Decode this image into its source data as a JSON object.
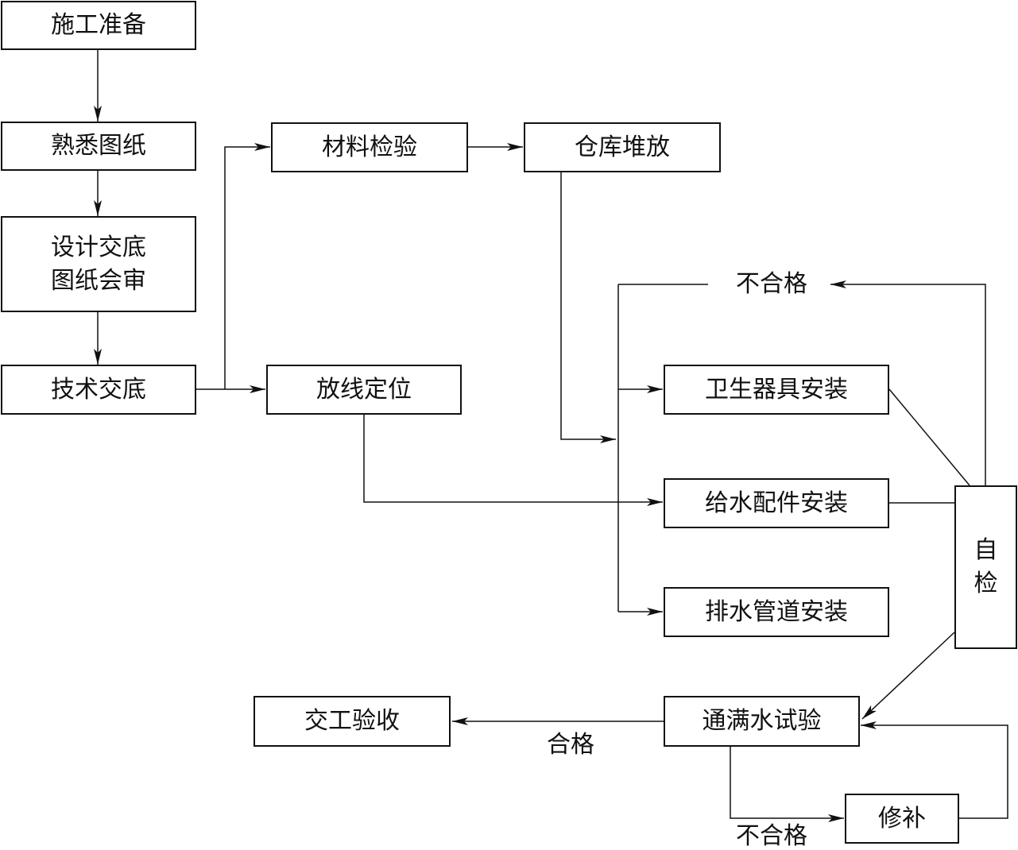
{
  "nodes": {
    "prep": "施工准备",
    "drawings": "熟悉图纸",
    "review_line1": "设计交底",
    "review_line2": "图纸会审",
    "tech_brief": "技术交底",
    "material_check": "材料检验",
    "warehouse": "仓库堆放",
    "layout": "放线定位",
    "sanitary": "卫生器具安装",
    "water_fittings": "给水配件安装",
    "drainage": "排水管道安装",
    "self_check_line1": "自",
    "self_check_line2": "检",
    "water_test": "通满水试验",
    "repair": "修补",
    "handover": "交工验收"
  },
  "labels": {
    "fail_top": "不合格",
    "pass": "合格",
    "fail_bottom": "不合格"
  }
}
